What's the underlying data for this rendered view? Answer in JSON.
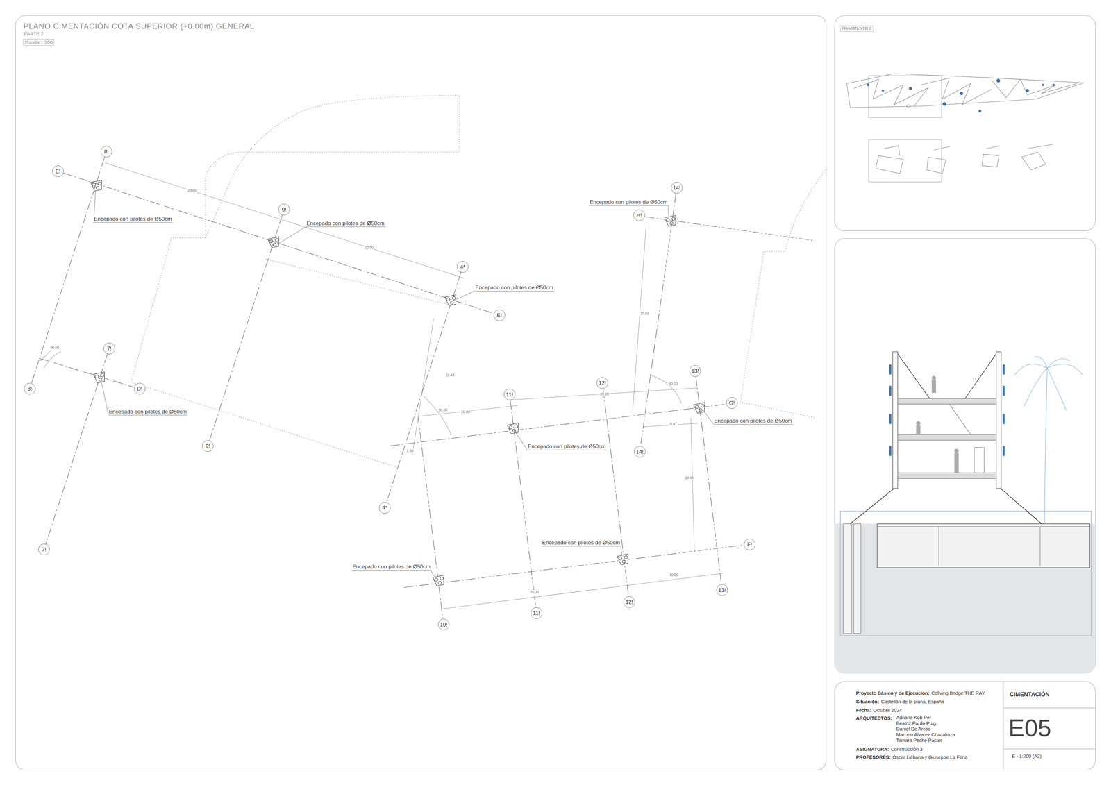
{
  "diagram": {
    "title": "PLANO CIMENTACIÓN COTA SUPERIOR (+0.00m) GENERAL",
    "nodes": [
      {
        "text": [
          "8!"
        ]
      },
      {
        "text": [
          "E!"
        ]
      },
      {
        "text": [
          "14!"
        ]
      },
      {
        "text": [
          "9!"
        ]
      },
      {
        "text": [
          "H!"
        ]
      },
      {
        "text": [
          "4*"
        ]
      },
      {
        "text": [
          "E!"
        ]
      },
      {
        "text": [
          "7!"
        ]
      },
      {
        "text": [
          "13!"
        ]
      },
      {
        "text": [
          "12!"
        ]
      },
      {
        "text": [
          "8!"
        ]
      },
      {
        "text": [
          "D!"
        ]
      },
      {
        "text": [
          "11!"
        ]
      },
      {
        "text": [
          "G!"
        ]
      },
      {
        "text": [
          "9!"
        ]
      },
      {
        "text": [
          "14!"
        ]
      },
      {
        "text": [
          "4*"
        ]
      },
      {
        "text": [
          "F!"
        ]
      },
      {
        "text": [
          "7!"
        ]
      },
      {
        "text": [
          "13!"
        ]
      },
      {
        "text": [
          "12!"
        ]
      },
      {
        "text": [
          "11!"
        ]
      },
      {
        "text": [
          "10!"
        ]
      }
    ],
    "edges": [
      {
        "from": 0,
        "to": 10,
        "arrow": "none"
      },
      {
        "from": 7,
        "to": 18,
        "arrow": "none"
      },
      {
        "from": 1,
        "to": 6,
        "arrow": "none"
      },
      {
        "from": 3,
        "to": 14,
        "arrow": "none"
      },
      {
        "from": 5,
        "to": 16,
        "arrow": "none"
      },
      {
        "from": 2,
        "to": 15,
        "arrow": "none"
      },
      {
        "from": 9,
        "to": 20,
        "arrow": "none"
      },
      {
        "from": 8,
        "to": 19,
        "arrow": "none"
      },
      {
        "from": 12,
        "to": 21,
        "arrow": "none"
      }
    ],
    "labels": [
      "PARTE 2",
      "Escala 1:200",
      "Encepado con pilotes de Ø50cm",
      "Encepado con pilotes de Ø50cm",
      "Encepado con pilotes de Ø50cm",
      "Encepado con pilotes de Ø50cm",
      "Encepado con pilotes de Ø50cm",
      "Encepado con pilotes de Ø50cm",
      "Encepado con pilotes de Ø50cm",
      "Encepado con pilotes de Ø50cm",
      "Encepado con pilotes de Ø50cm",
      "20.00",
      "20.00",
      "90.00",
      "19.43",
      "90.00",
      "10.00",
      "1.56",
      "20.00",
      "20.83",
      "90.00",
      "6.87",
      "19.95",
      "20.00",
      "10.00",
      "FRAGMENTO 2",
      "Proyecto Básico y de Ejecución:",
      "Coliving Bridge THE RAY",
      "Situación:",
      "Castellón de la plana, España",
      "Fecha:",
      "Octubre 2024",
      "ARQUITECTOS:",
      "Adriana Kob Per",
      "Beatriz Pardo Puig",
      "Daniel De Arcos",
      "Marcelo Alvarez Chacaliaza",
      "Tamara Peche Pastor",
      "ASIGNATURA:",
      "Construcción 3",
      "PROFESORES:",
      "Óscar Liébana y Giuseppe La Ferla",
      "CIMENTACIÓN",
      "E05",
      "E - 1:200 (A2)"
    ]
  }
}
